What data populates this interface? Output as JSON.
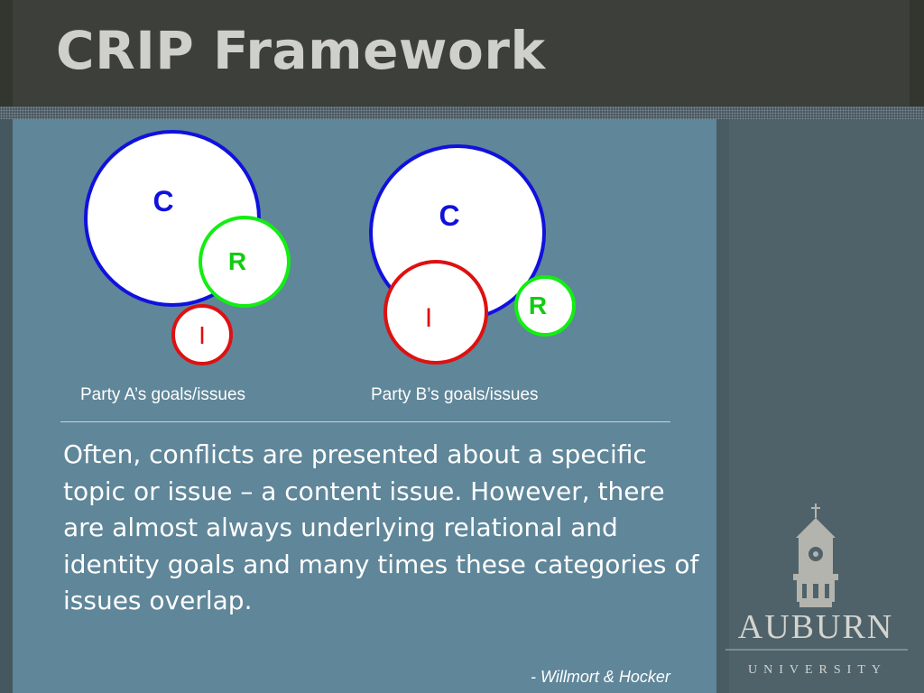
{
  "title": "CRIP Framework",
  "diagram": {
    "party_a": {
      "label": "Party A’s goals/issues",
      "circles": [
        {
          "letter": "C",
          "role": "content",
          "color": "#1111dd"
        },
        {
          "letter": "R",
          "role": "relational",
          "color": "#11ee11"
        },
        {
          "letter": "I",
          "role": "identity",
          "color": "#dd1111"
        }
      ]
    },
    "party_b": {
      "label": "Party B’s goals/issues",
      "circles": [
        {
          "letter": "C",
          "role": "content",
          "color": "#1111dd"
        },
        {
          "letter": "I",
          "role": "identity",
          "color": "#dd1111"
        },
        {
          "letter": "R",
          "role": "relational",
          "color": "#11ee11"
        }
      ]
    }
  },
  "body_text": "Often, conflicts are presented about a specific topic or issue – a content issue. However, there are almost always underlying relational and identity goals and many times these categories of issues overlap.",
  "attribution": "- Willmort & Hocker",
  "logo": {
    "name": "AUBURN",
    "subtitle": "UNIVERSITY",
    "icon": "clock-tower-icon"
  },
  "colors": {
    "content": "#1111dd",
    "relational": "#11ee11",
    "identity": "#dd1111",
    "panel": "#5f8699",
    "title_bar": "#3d3f3a"
  }
}
